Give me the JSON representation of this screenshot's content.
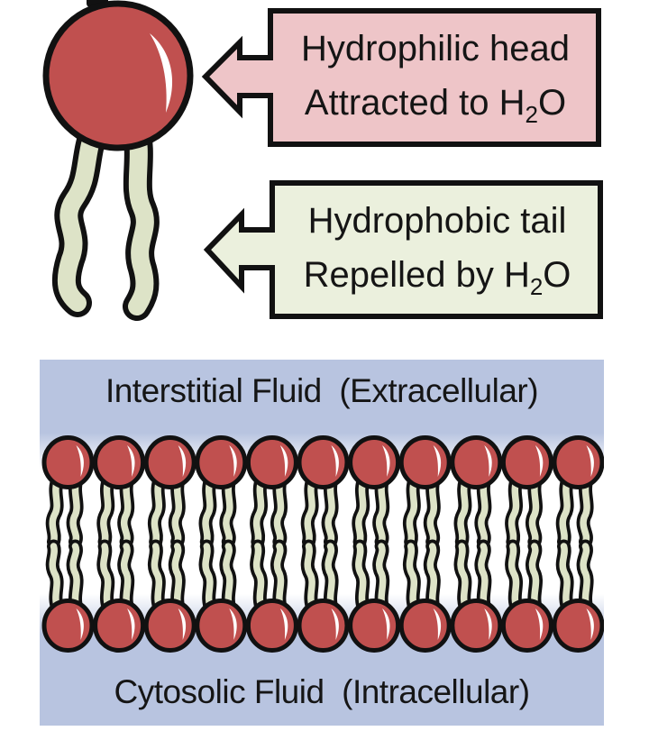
{
  "figure": {
    "colors": {
      "head_red": "#c0504f",
      "tail_green": "#dde3c7",
      "fluid_blue": "#b8c4e0",
      "callout_pink": "#eec5c8",
      "callout_green": "#ebf0dd",
      "ink": "#151515"
    },
    "callouts": [
      {
        "line1": "Hydrophilic head",
        "line2_prefix": "Attracted to H",
        "line2_sub": "2",
        "line2_suffix": "O"
      },
      {
        "line1": "Hydrophobic tail",
        "line2_prefix": "Repelled by H",
        "line2_sub": "2",
        "line2_suffix": "O"
      }
    ],
    "membrane": {
      "top_label": "Interstitial Fluid  (Extracellular)",
      "bottom_label": "Cytosolic Fluid  (Intracellular)",
      "lipids_per_row": 11,
      "rows": 2
    }
  }
}
